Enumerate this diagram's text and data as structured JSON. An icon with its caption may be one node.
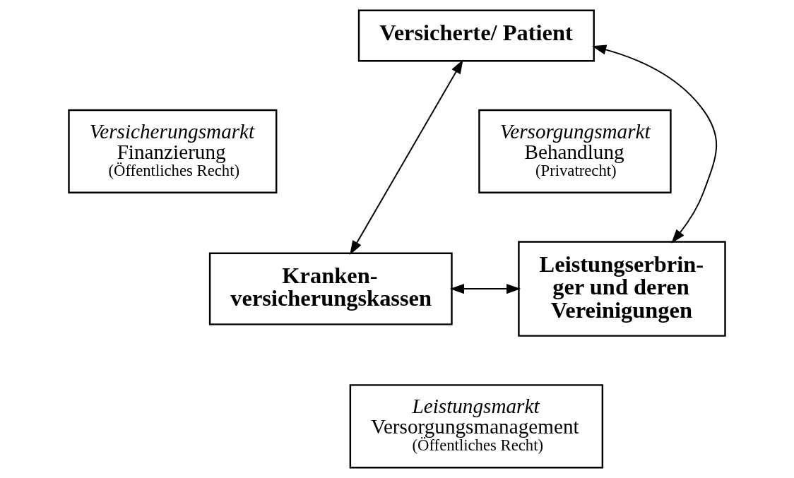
{
  "diagram": {
    "nodes": [
      {
        "text": [
          "Versicherte/ Patient"
        ]
      },
      {
        "text": [
          "Versicherungsmarkt",
          "Finanzierung",
          "(Öffentliches Recht)"
        ]
      },
      {
        "text": [
          "Versorgungsmarkt",
          "Behandlung",
          "(Privatrecht)"
        ]
      },
      {
        "text": [
          "Kranken- versicherungskassen"
        ]
      },
      {
        "text": [
          "Leistungserbrin- ger und deren Vereinigungen"
        ]
      },
      {
        "text": [
          "Leistungsmarkt",
          "Versorgungsmanagement",
          "(Öffentliches Recht)"
        ]
      }
    ],
    "edges": [
      {
        "from": 0,
        "to": 3,
        "arrow": "both"
      },
      {
        "from": 0,
        "to": 4,
        "arrow": "both"
      },
      {
        "from": 3,
        "to": 4,
        "arrow": "both"
      }
    ]
  }
}
